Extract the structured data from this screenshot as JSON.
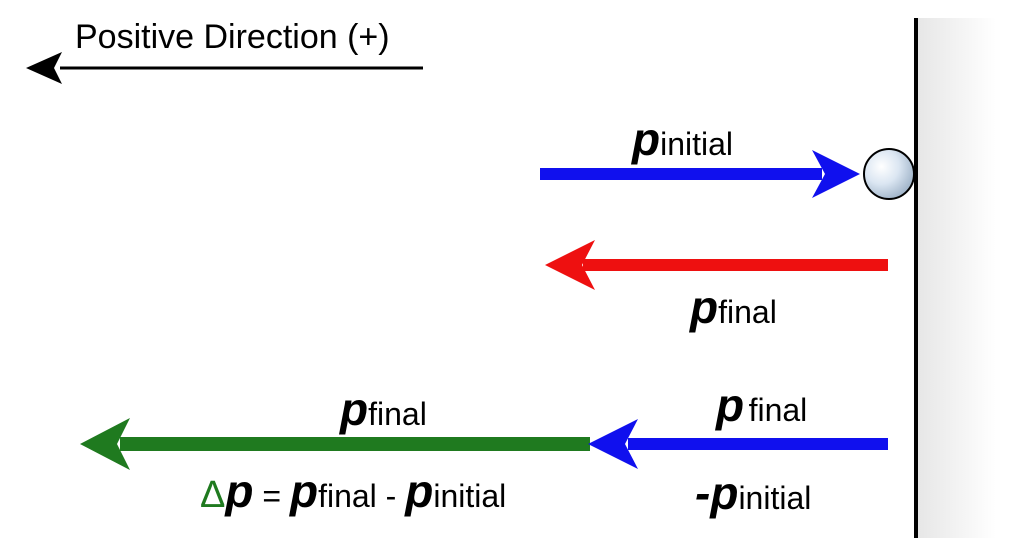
{
  "title": "Positive Direction (+)",
  "colors": {
    "initial": "#1010ee",
    "final": "#ee1010",
    "delta": "#1f7a1f",
    "wall": "#000000",
    "ball": "#c9d9ea"
  },
  "labels": {
    "p_symbol": "p",
    "sub_initial": "initial",
    "sub_final": "final",
    "minus_sign": "-",
    "delta_symbol": "Δ",
    "equals": " = ",
    "minus_op": " - "
  }
}
